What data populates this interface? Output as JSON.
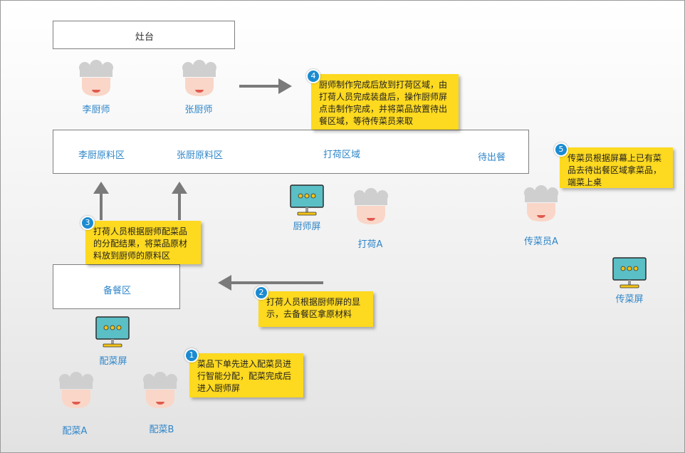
{
  "stove": {
    "label": "灶台"
  },
  "chefs": {
    "li": "李厨师",
    "zhang": "张厨师",
    "dahe_a": "打荷A",
    "chuancai_a": "传菜员A",
    "peicai_a": "配菜A",
    "peicai_b": "配菜B"
  },
  "zones": {
    "li_area": "李厨原料区",
    "zhang_area": "张厨原料区",
    "dahe_area": "打荷区域",
    "pickup": "待出餐"
  },
  "prep_area": {
    "label": "备餐区"
  },
  "screens": {
    "chef_screen": "厨师屏",
    "runner_screen": "传菜屏",
    "prep_screen": "配菜屏"
  },
  "steps": [
    {
      "num": "1",
      "text": "菜品下单先进入配菜员进行智能分配，配菜完成后进入厨师屏"
    },
    {
      "num": "2",
      "text": "打荷人员根据厨师屏的显示，去备餐区拿原材料"
    },
    {
      "num": "3",
      "text": "打荷人员根据厨师配菜品的分配结果，将菜品原材料放到厨师的原料区"
    },
    {
      "num": "4",
      "text": "厨师制作完成后放到打荷区域，由打荷人员完成装盘后，操作厨师屏点击制作完成，并将菜品放置待出餐区域，等待传菜员来取"
    },
    {
      "num": "5",
      "text": "传菜员根据屏幕上已有菜品去待出餐区域拿菜品，端菜上桌"
    }
  ],
  "colors": {
    "note_bg": "#fdd91f",
    "badge": "#1b8bd1",
    "label_blue": "#2f86c9",
    "arrow": "#7a7a7a",
    "monitor_screen": "#5bbfc6"
  }
}
